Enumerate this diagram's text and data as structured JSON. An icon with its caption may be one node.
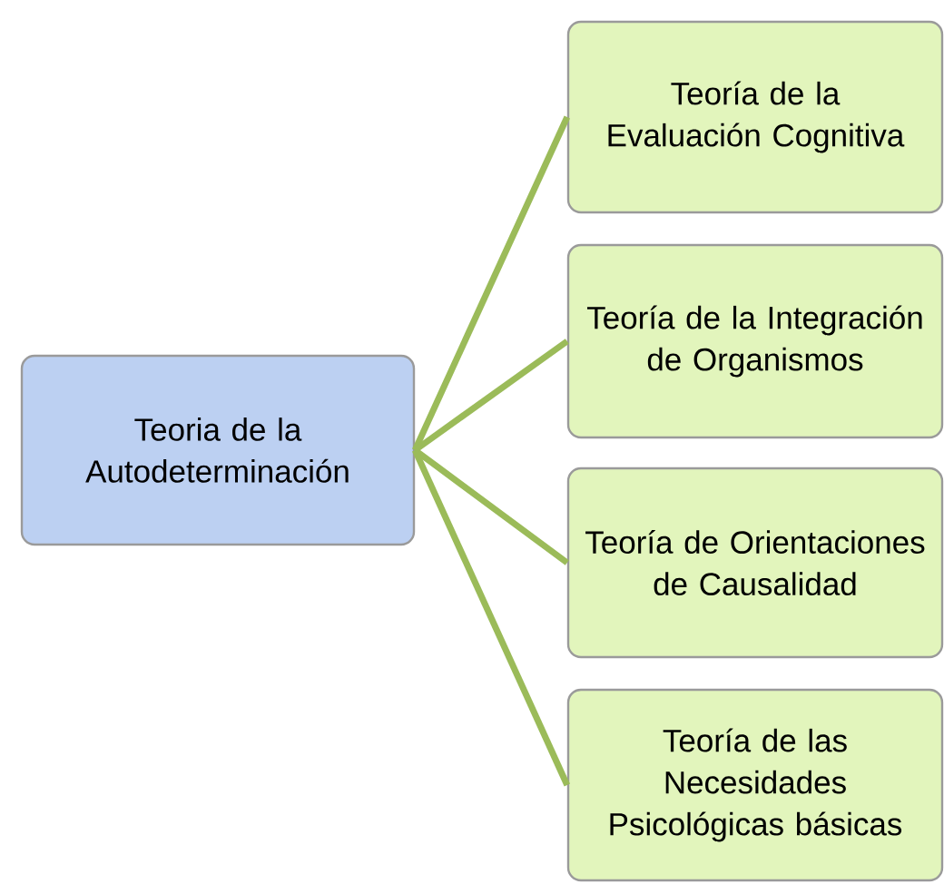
{
  "diagram": {
    "nodes": [
      {
        "text": [
          "Teoria de la Autodeterminación"
        ]
      },
      {
        "text": [
          "Teoría de la Evaluación Cognitiva"
        ]
      },
      {
        "text": [
          "Teoría de la Integración de Organismos"
        ]
      },
      {
        "text": [
          "Teoría de Orientaciones de Causalidad"
        ]
      },
      {
        "text": [
          "Teoría de las Necesidades Psicológicas básicas"
        ]
      }
    ],
    "edges": [
      {
        "from": 0,
        "to": 1,
        "arrow": "none"
      },
      {
        "from": 0,
        "to": 2,
        "arrow": "none"
      },
      {
        "from": 0,
        "to": 3,
        "arrow": "none"
      },
      {
        "from": 0,
        "to": 4,
        "arrow": "none"
      }
    ]
  }
}
